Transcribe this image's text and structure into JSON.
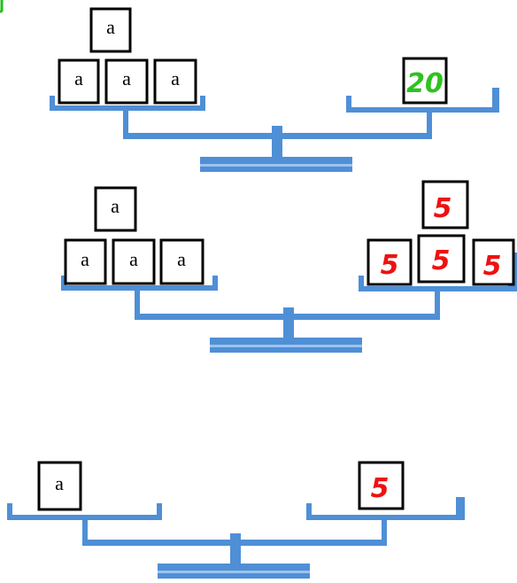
{
  "colors": {
    "scale": "#4f8fd6",
    "scale_dark": "#2f6fc0",
    "box_border": "#000000",
    "unknown_text": "#000000",
    "green_number": "#2ec21e",
    "red_number": "#ee1111",
    "corner_mark": "#22c01a"
  },
  "scales": [
    {
      "left_pan": [
        "a",
        "a",
        "a",
        "a"
      ],
      "right_pan": [
        "20"
      ],
      "right_color": "green"
    },
    {
      "left_pan": [
        "a",
        "a",
        "a",
        "a"
      ],
      "right_pan": [
        "5",
        "5",
        "5",
        "5"
      ],
      "right_color": "red"
    },
    {
      "left_pan": [
        "a"
      ],
      "right_pan": [
        "5"
      ],
      "right_color": "red"
    }
  ]
}
